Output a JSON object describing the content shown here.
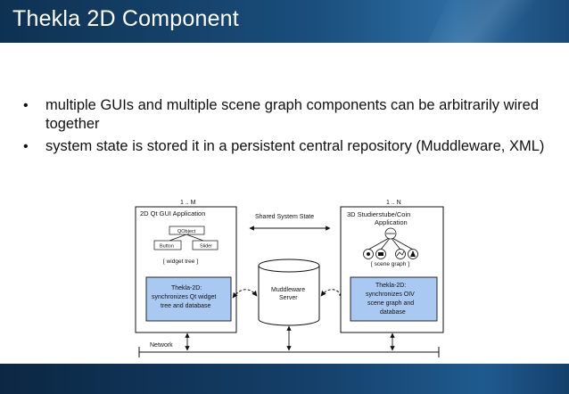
{
  "slide": {
    "title": "Thekla 2D Component",
    "bullets": [
      {
        "marker": "•",
        "text": "multiple GUIs and multiple scene graph components can be arbitrarily wired together"
      },
      {
        "marker": "•",
        "text": "system state is stored it in a persistent central repository (Muddleware, XML)"
      }
    ]
  },
  "diagram": {
    "left_multiplicity": "1 .. M",
    "right_multiplicity": "1 .. N",
    "left_box_title": "2D Qt GUI Application",
    "qobject_label": "QObject",
    "button_label": "Button",
    "slider_label": "Slider",
    "widget_tree_label": "[ widget tree ]",
    "left_module": [
      "Thekla-2D:",
      "synchronizes Qt widget",
      "tree and database"
    ],
    "shared_state_label": "Shared System State",
    "server_label": [
      "Muddleware",
      "Server"
    ],
    "right_box_title": [
      "3D Studierstube/Coin",
      "Application"
    ],
    "scene_graph_label": "[ scene graph ]",
    "right_module": [
      "Thekla-2D:",
      "synchronizes OIV",
      "scene graph and",
      "database"
    ],
    "network_label": "Network"
  },
  "colors": {
    "title_bar": "#1a4e7c",
    "module_fill": "#a9c9f2",
    "bottom_bar": "#15406a"
  }
}
